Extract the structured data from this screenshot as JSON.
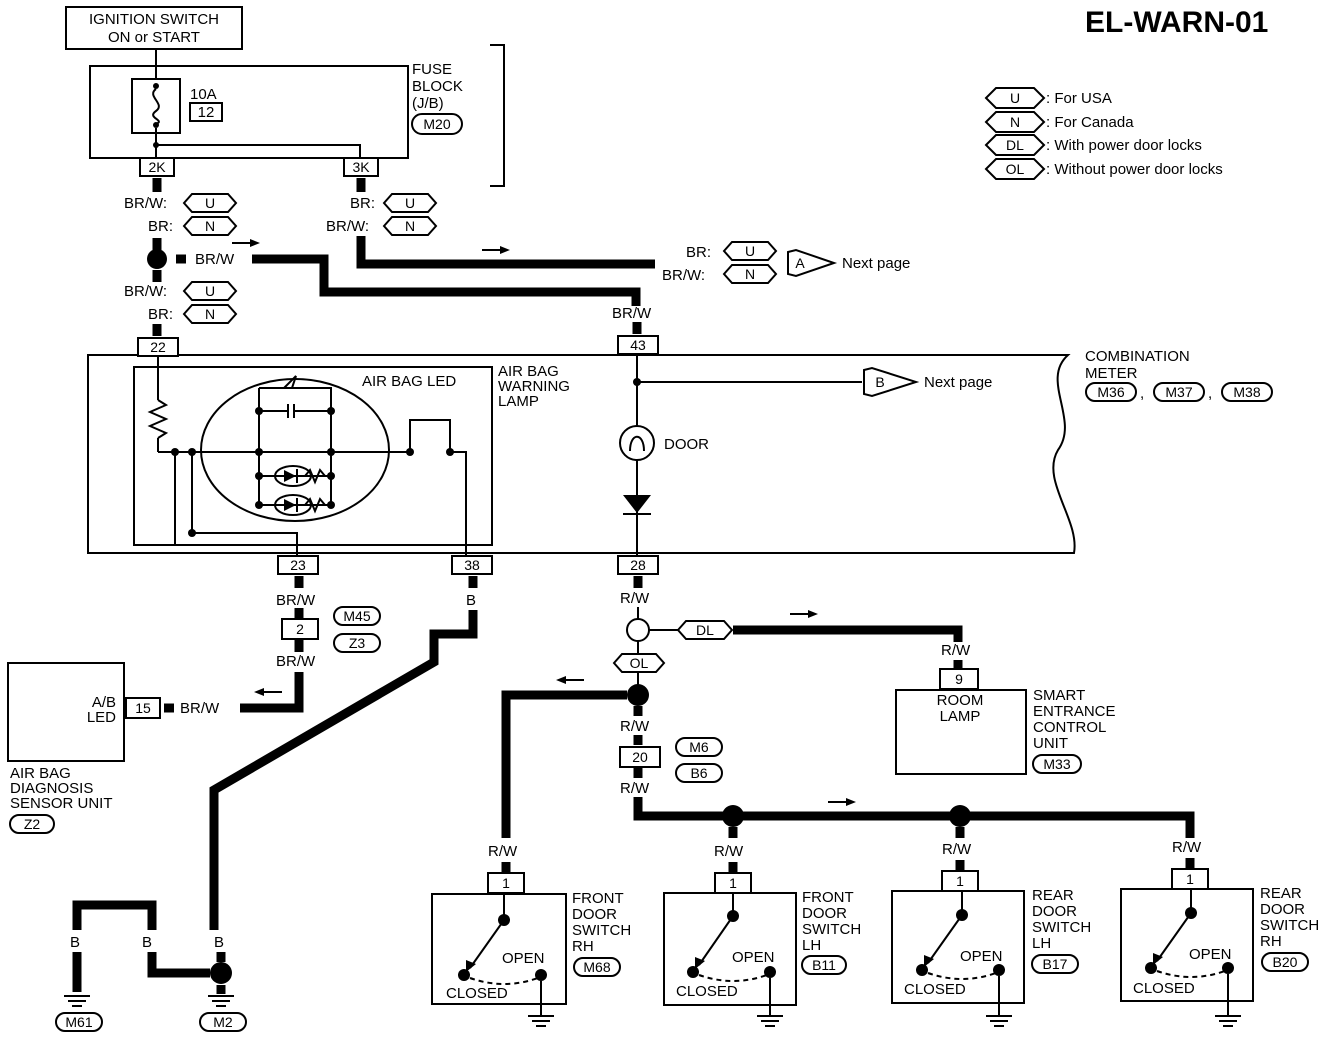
{
  "title": "EL-WARN-01",
  "ignition": {
    "line1": "IGNITION SWITCH",
    "line2": "ON or START"
  },
  "fuse_block": {
    "line1": "FUSE",
    "line2": "BLOCK",
    "line3": "(J/B)",
    "connector": "M20",
    "fuse_rating": "10A",
    "fuse_number": "12",
    "term_a": "2K",
    "term_b": "3K"
  },
  "legend": [
    {
      "code": "U",
      "text": ": For USA"
    },
    {
      "code": "N",
      "text": ": For Canada"
    },
    {
      "code": "DL",
      "text": ": With power door locks"
    },
    {
      "code": "OL",
      "text": ": Without power door locks"
    }
  ],
  "wires": {
    "br": "BR",
    "brw": "BR/W",
    "br_colon": "BR:",
    "brw_colon": "BR/W:",
    "rw": "R/W",
    "b": "B"
  },
  "codes": {
    "u": "U",
    "n": "N",
    "dl": "DL",
    "ol": "OL"
  },
  "next_page": {
    "a_label": "A",
    "b_label": "B",
    "text": "Next page"
  },
  "combination_meter": {
    "line1": "COMBINATION",
    "line2": "METER",
    "conn1": "M36",
    "conn2": "M37",
    "conn3": "M38",
    "sep": ","
  },
  "airbag_lamp": {
    "led_label": "AIR BAG LED",
    "line1": "AIR BAG",
    "line2": "WARNING",
    "line3": "LAMP"
  },
  "door_lamp": "DOOR",
  "meter_terms": {
    "t22": "22",
    "t43": "43",
    "t23": "23",
    "t38": "38",
    "t28": "28"
  },
  "joint_connector": {
    "term": "2",
    "conn1": "M45",
    "conn2": "Z3"
  },
  "airbag_unit": {
    "led_line1": "A/B",
    "led_line2": "LED",
    "term": "15",
    "name_line1": "AIR BAG",
    "name_line2": "DIAGNOSIS",
    "name_line3": "SENSOR UNIT",
    "connector": "Z2"
  },
  "room_lamp": {
    "term": "9",
    "line1": "ROOM",
    "line2": "LAMP"
  },
  "smart_entrance": {
    "line1": "SMART",
    "line2": "ENTRANCE",
    "line3": "CONTROL",
    "line4": "UNIT",
    "connector": "M33"
  },
  "inline_connector": {
    "term": "20",
    "conn1": "M6",
    "conn2": "B6"
  },
  "switch_states": {
    "open": "OPEN",
    "closed": "CLOSED"
  },
  "door_switches": [
    {
      "term": "1",
      "line1": "FRONT",
      "line2": "DOOR",
      "line3": "SWITCH",
      "line4": "RH",
      "connector": "M68"
    },
    {
      "term": "1",
      "line1": "FRONT",
      "line2": "DOOR",
      "line3": "SWITCH",
      "line4": "LH",
      "connector": "B11"
    },
    {
      "term": "1",
      "line1": "REAR",
      "line2": "DOOR",
      "line3": "SWITCH",
      "line4": "LH",
      "connector": "B17"
    },
    {
      "term": "1",
      "line1": "REAR",
      "line2": "DOOR",
      "line3": "SWITCH",
      "line4": "RH",
      "connector": "B20"
    }
  ],
  "grounds": {
    "g1": "M61",
    "g2": "M2"
  }
}
